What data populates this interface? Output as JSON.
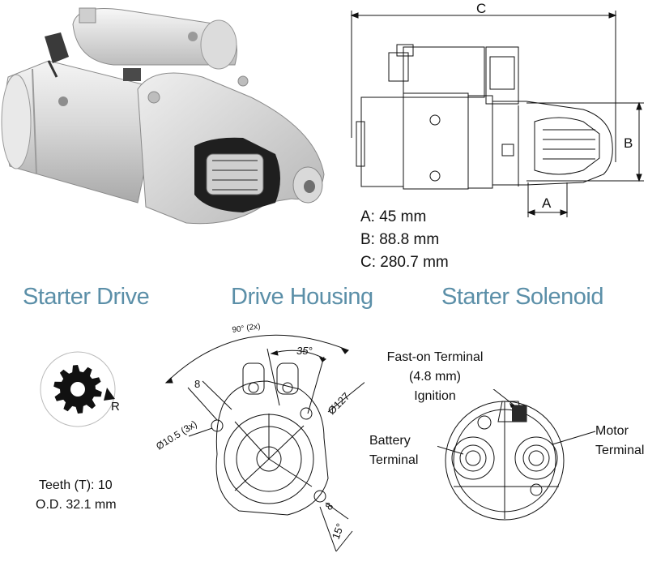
{
  "dimensions": {
    "letter_a": "A",
    "letter_b": "B",
    "letter_c": "C",
    "a": "A: 45 mm",
    "b": "B: 88.8 mm",
    "c": "C: 280.7 mm"
  },
  "sections": {
    "starter_drive": "Starter Drive",
    "drive_housing": "Drive Housing",
    "starter_solenoid": "Starter Solenoid"
  },
  "starter_drive": {
    "rotation": "R",
    "teeth": "Teeth (T):  10",
    "od": "O.D. 32.1 mm"
  },
  "drive_housing": {
    "angle_90": "90° (2x)",
    "angle_35": "35°",
    "dim_8_top": "8",
    "dim_127": "Ø127",
    "dim_hole": "Ø10.5 (3x)",
    "dim_8_bottom": "8",
    "angle_15": "15°"
  },
  "starter_solenoid": {
    "fast_on_1": "Fast-on Terminal",
    "fast_on_2": "(4.8 mm)",
    "fast_on_3": "Ignition",
    "battery_1": "Battery",
    "battery_2": "Terminal",
    "motor_1": "Motor",
    "motor_2": "Terminal"
  },
  "colors": {
    "title_blue": "#5b8fa8",
    "line": "#111111"
  }
}
